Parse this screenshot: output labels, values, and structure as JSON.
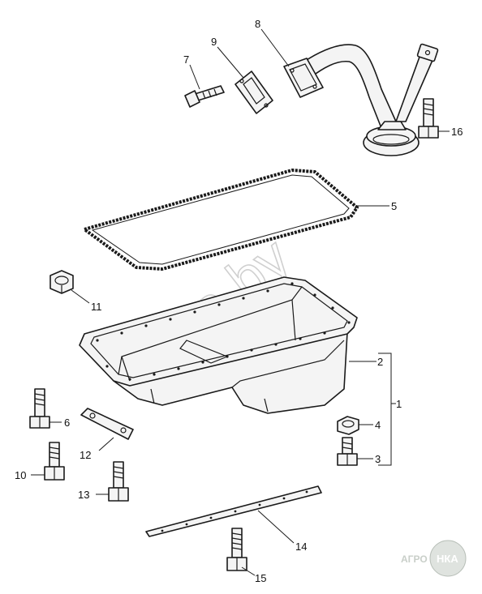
{
  "diagram": {
    "labels": {
      "l1": "1",
      "l2": "2",
      "l3": "3",
      "l4": "4",
      "l5": "5",
      "l6": "6",
      "l7": "7",
      "l8": "8",
      "l9": "9",
      "l10": "10",
      "l11": "11",
      "l12": "12",
      "l13": "13",
      "l14": "14",
      "l15": "15",
      "l16": "16"
    },
    "watermark": "nka.by",
    "logo": {
      "prefix": "АГРО",
      "mark": "НКА"
    }
  }
}
